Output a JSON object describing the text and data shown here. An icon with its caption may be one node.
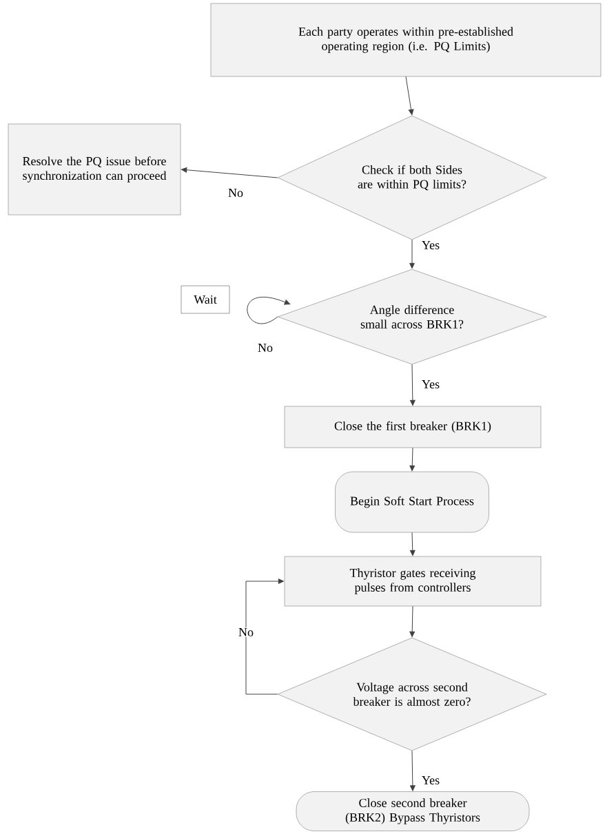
{
  "diagram": {
    "nodes": [
      {
        "text": [
          "Each party operates within pre-established operating region (i.e. PQ Limits)"
        ]
      },
      {
        "text": [
          "Check if both Sides are within PQ limits?"
        ]
      },
      {
        "text": [
          "Resolve the PQ issue before synchronization can proceed"
        ]
      },
      {
        "text": [
          "Wait"
        ]
      },
      {
        "text": [
          "Angle difference small across BRK1?"
        ]
      },
      {
        "text": [
          "Close the first breaker (BRK1)"
        ]
      },
      {
        "text": [
          "Begin Soft Start Process"
        ]
      },
      {
        "text": [
          "Thyristor gates receiving pulses from controllers"
        ]
      },
      {
        "text": [
          "Voltage across second breaker is almost zero?"
        ]
      },
      {
        "text": [
          "Close second breaker (BRK2) Bypass Thyristors"
        ]
      }
    ],
    "edges": [
      {
        "from": 0,
        "to": 1,
        "arrow": "to"
      },
      {
        "from": 1,
        "to": 2,
        "arrow": "to",
        "label": "No"
      },
      {
        "from": 1,
        "to": 4,
        "arrow": "to",
        "label": "Yes"
      },
      {
        "from": 4,
        "to": 4,
        "arrow": "to",
        "label": "No"
      },
      {
        "from": 4,
        "to": 5,
        "arrow": "to",
        "label": "Yes"
      },
      {
        "from": 5,
        "to": 6,
        "arrow": "to"
      },
      {
        "from": 6,
        "to": 7,
        "arrow": "to"
      },
      {
        "from": 7,
        "to": 8,
        "arrow": "to"
      },
      {
        "from": 8,
        "to": 7,
        "arrow": "to",
        "label": "No"
      },
      {
        "from": 8,
        "to": 9,
        "arrow": "to",
        "label": "Yes"
      }
    ]
  }
}
